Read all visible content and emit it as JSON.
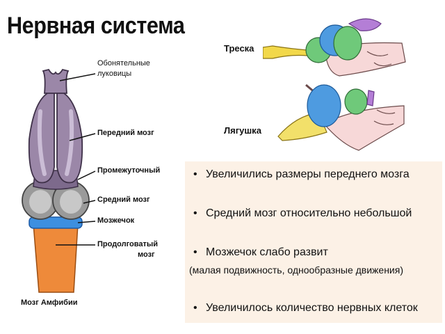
{
  "title": "Нервная система",
  "brain_labels": {
    "olfactory": [
      "Обонятельные",
      "луковицы"
    ],
    "forebrain": "Передний мозг",
    "diencephalon": "Промежуточный",
    "midbrain": "Средний мозг",
    "cerebellum": "Мозжечок",
    "medulla": [
      "Продолговатый",
      "мозг"
    ],
    "caption": "Мозг Амфибии"
  },
  "species": {
    "cod": "Треска",
    "frog": "Лягушка"
  },
  "facts": {
    "items": [
      "Увеличились размеры переднего мозга",
      "Средний мозг относительно небольшой",
      "Мозжечок слабо развит",
      "Увеличилось количество нервных клеток"
    ],
    "note": "(малая подвижность, однообразные движения)",
    "bullet_char": "•"
  },
  "colors": {
    "forebrain": "#9b87a8",
    "midbrain": "#9a9a9a",
    "cerebellum": "#3d8fe0",
    "medulla": "#ee8a3a",
    "olfactory_cod": "#f2d84a",
    "cod_forebrain": "#6fc97a",
    "cod_midbrain": "#4e9be0",
    "cod_cerebellum": "#b47ed6",
    "skin": "#f7d8d8",
    "panel_bg": "#fcf1e6"
  }
}
